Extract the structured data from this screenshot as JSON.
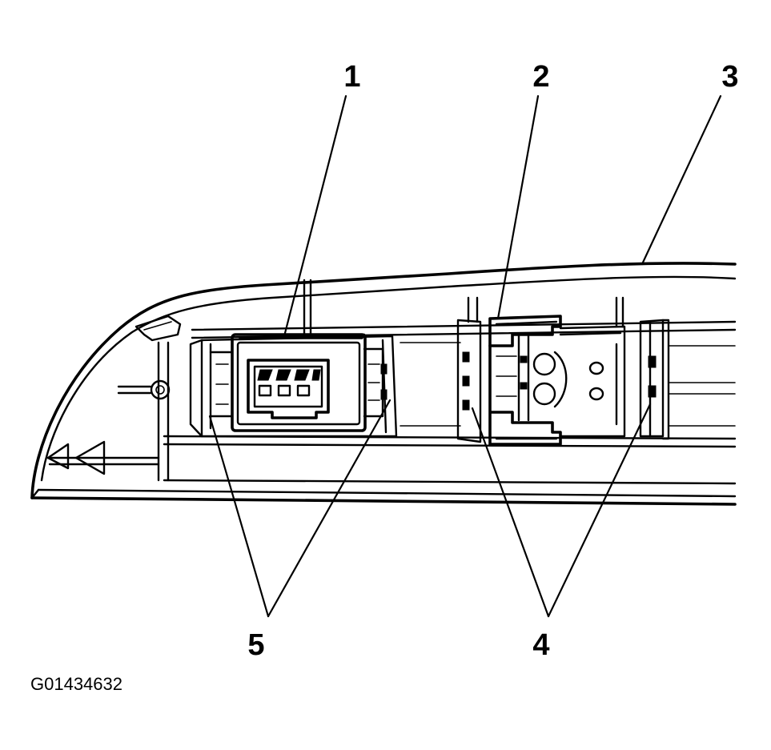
{
  "diagram": {
    "callouts": [
      {
        "id": "1",
        "text": "1"
      },
      {
        "id": "2",
        "text": "2"
      },
      {
        "id": "3",
        "text": "3"
      },
      {
        "id": "4",
        "text": "4"
      },
      {
        "id": "5",
        "text": "5"
      }
    ],
    "figure_id": "G01434632",
    "colors": {
      "ink": "#000000",
      "paper": "#ffffff"
    }
  }
}
